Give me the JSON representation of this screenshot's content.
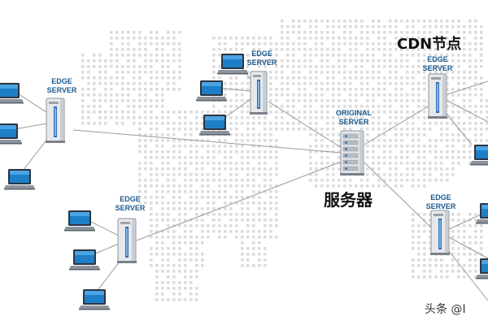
{
  "labels": {
    "edge_line1": "EDGE",
    "edge_line2": "SERVER",
    "origin_line1": "ORIGINAL",
    "origin_line2": "SERVER"
  },
  "annotations": {
    "cdn_node": "CDN节点",
    "server": "服务器"
  },
  "watermark": "头条 @I"
}
